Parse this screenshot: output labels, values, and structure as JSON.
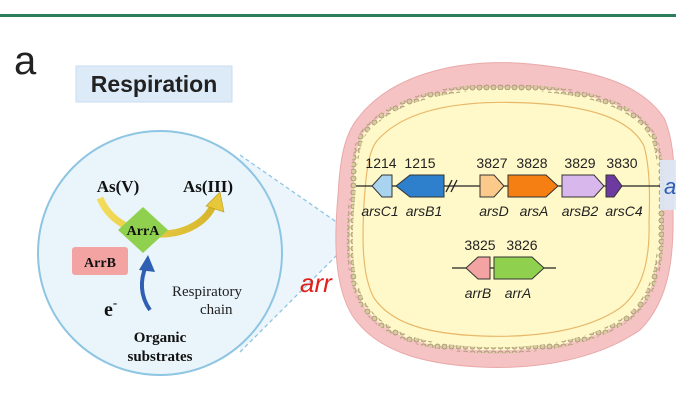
{
  "panel_letter": "a",
  "title": "Respiration",
  "reaction": {
    "substrate": "As(V)",
    "product": "As(III)",
    "enzyme": "ArrA",
    "partner": "ArrB",
    "electron": "e",
    "electron_charge": "-",
    "chain_line1": "Respiratory",
    "chain_line2": "chain",
    "source_line1": "Organic",
    "source_line2": "substrates"
  },
  "arr_label": "arr",
  "edge_letter": "a",
  "gene_clusters": {
    "row1": {
      "ids": [
        "1214",
        "1215",
        "3827",
        "3828",
        "3829",
        "3830"
      ],
      "names": [
        "arsC1",
        "arsB1",
        "arsD",
        "arsA",
        "arsB2",
        "arsC4"
      ]
    },
    "row2": {
      "ids": [
        "3825",
        "3826"
      ],
      "names": [
        "arrB",
        "arrA"
      ]
    }
  },
  "colors": {
    "rule": "#2e7d5b",
    "title_box": "#dcebf7",
    "circle_fill": "#e9f5fb",
    "circle_stroke": "#8ec5e3",
    "cell_outer": "#f5c3c3",
    "cell_inner": "#fff9c9",
    "arrow_yellow": "#e6c83a",
    "arrA": "#8fd14f",
    "arrB": "#f4a3a3",
    "arsC1": "#a9d4f0",
    "arsB1": "#2e7fcc",
    "arsD": "#fbc98a",
    "arsA": "#f57f12",
    "arsB2": "#d8b8ec",
    "arsC4": "#6c3aa0",
    "arr_text": "#e0201b",
    "electron_arrow": "#2f5fb3"
  }
}
